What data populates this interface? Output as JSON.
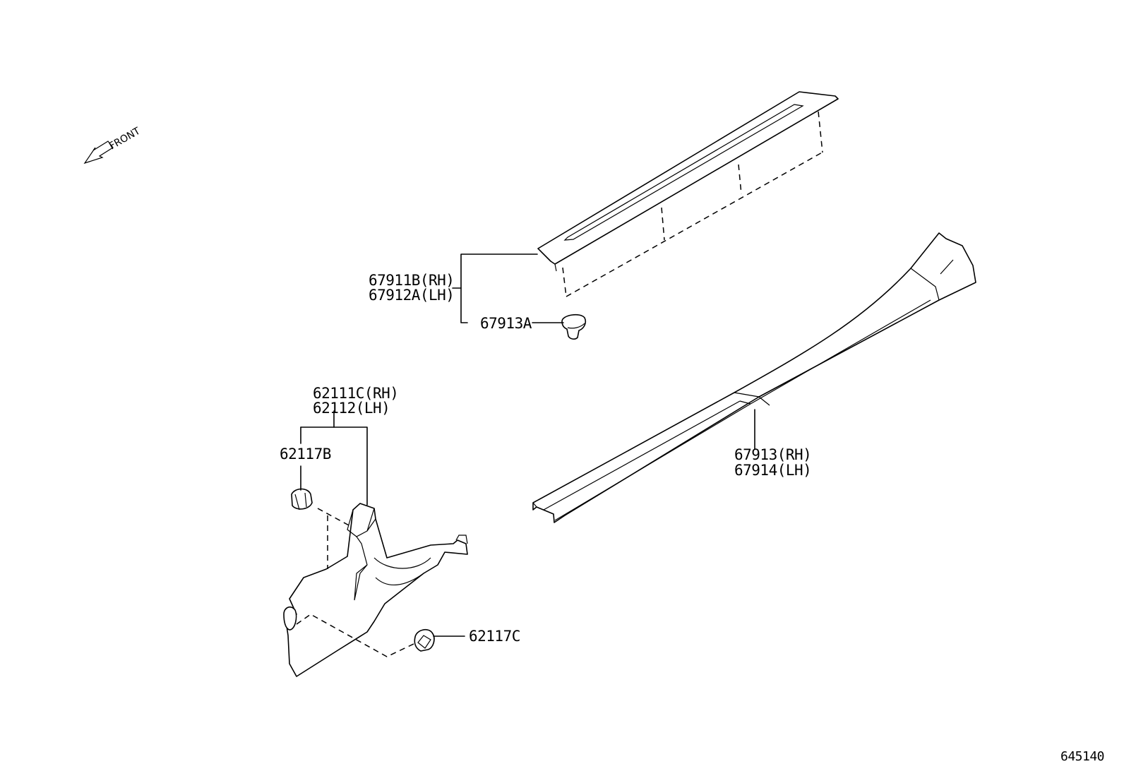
{
  "front_indicator": {
    "label": "FRONT",
    "icon": "front-arrow-icon"
  },
  "parts": {
    "scuff_plate_rh": "67911B(RH)",
    "scuff_plate_lh": "67912A(LH)",
    "scuff_clip": "67913A",
    "cowl_side_trim_rh": "62111C(RH)",
    "cowl_side_trim_lh": "62112(LH)",
    "clip_upper": "62117B",
    "clip_lower": "62117C",
    "step_cover_rh": "67913(RH)",
    "step_cover_lh": "67914(LH)"
  },
  "diagram_id": "645140"
}
